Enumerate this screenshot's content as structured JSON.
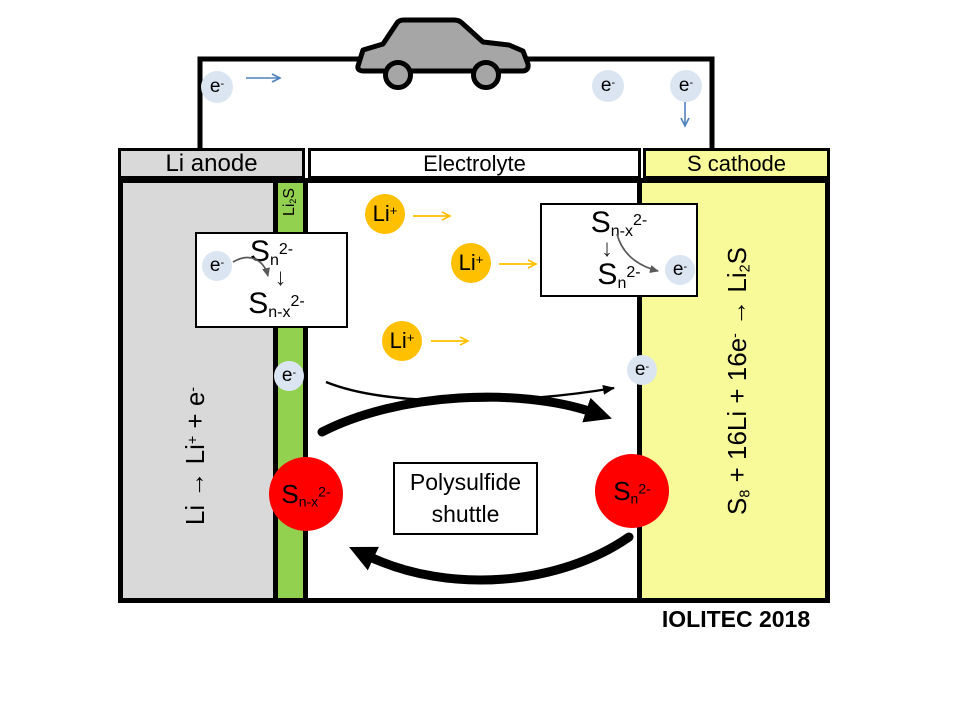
{
  "credit": "IOLITEC 2018",
  "labels": {
    "electron": "e^{-}",
    "lithium_ion": "Li^{+}",
    "down_arrow": "↓"
  },
  "anode": {
    "header": "Li anode",
    "oxidation_reaction": "Li → Li^{+} + e^{-}",
    "sei_layer": "Li_{2}S",
    "reduction_box": {
      "reactant": "S_{n}^{2-}",
      "product": "S_{n-x}^{2-}"
    }
  },
  "electrolyte": {
    "header": "Electrolyte",
    "shuttle_label": {
      "line1": "Polysulfide",
      "line2": "shuttle"
    },
    "polysulfide_near_anode": "S_{n-x}^{2-}",
    "polysulfide_near_cathode": "S_{n}^{2-}"
  },
  "cathode": {
    "header": "S cathode",
    "overall_reaction": "S_{8} + 16Li + 16e^{-} → Li_{2}S",
    "oxidation_box": {
      "reactant": "S_{n-x}^{2-}",
      "product": "S_{n}^{2-}"
    }
  },
  "colors": {
    "anode_gray": "#d9d9d9",
    "sei_green": "#92d050",
    "cathode_yellow": "#f8fa9a",
    "ion_orange": "#ffc000",
    "electron_badge_blue": "#dbe5f1",
    "polysulfide_red": "#fe0000",
    "circuit_arrow_blue": "#4f81bd",
    "car_gray": "#a6a6a6"
  }
}
